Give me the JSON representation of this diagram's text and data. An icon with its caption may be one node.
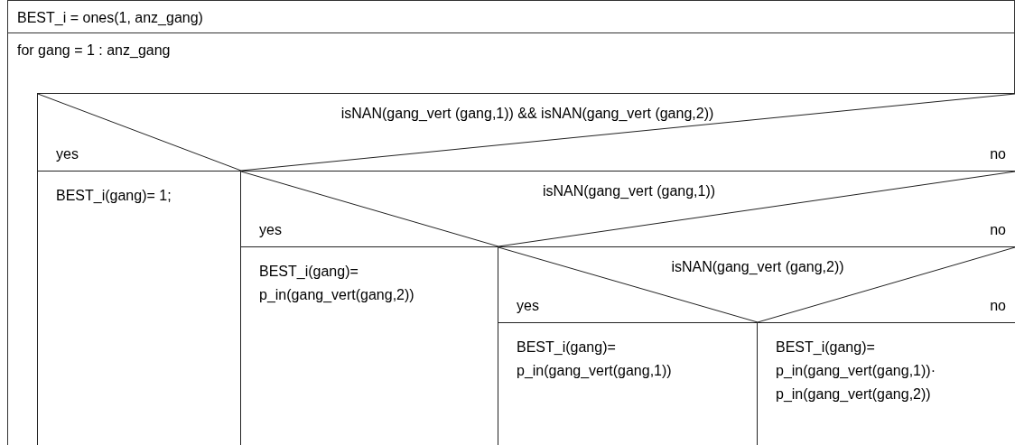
{
  "diagram": {
    "nodes": [
      {
        "text": [
          "BEST_i = ones(1, anz_gang)"
        ]
      },
      {
        "text": [
          "for gang = 1 : anz_gang"
        ]
      },
      {
        "text": [
          "isNAN(gang_vert (gang,1)) && isNAN(gang_vert (gang,2))",
          "yes",
          "no"
        ],
        "in": 1
      },
      {
        "text": [
          "BEST_i(gang)= 1;"
        ],
        "in": 1
      },
      {
        "text": [
          "isNAN(gang_vert (gang,1))",
          "yes",
          "no"
        ],
        "in": 1
      },
      {
        "text": [
          "BEST_i(gang)= p_in(gang_vert(gang,2))"
        ],
        "in": 1
      },
      {
        "text": [
          "isNAN(gang_vert (gang,2))",
          "yes",
          "no"
        ],
        "in": 1
      },
      {
        "text": [
          "BEST_i(gang)= p_in(gang_vert(gang,1))"
        ],
        "in": 1
      },
      {
        "text": [
          "BEST_i(gang)= p_in(gang_vert(gang,1))· p_in(gang_vert(gang,2))"
        ],
        "in": 1
      }
    ]
  }
}
